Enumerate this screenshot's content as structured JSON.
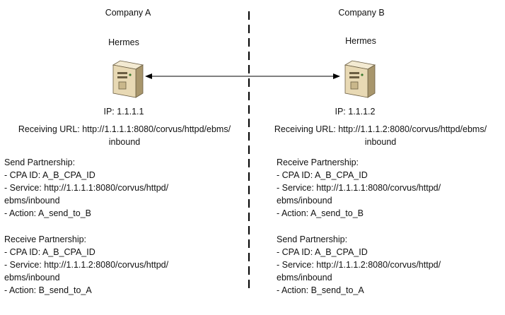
{
  "company_a": {
    "title": "Company A",
    "server_label": "Hermes",
    "server_icon": "server-tower-icon",
    "ip": "IP: 1.1.1.1",
    "receiving_url_line1": "Receiving URL: http://1.1.1.1:8080/corvus/httpd/ebms/",
    "receiving_url_line2": "inbound",
    "send_partnership": {
      "title": "Send Partnership:",
      "cpa_id": "- CPA ID: A_B_CPA_ID",
      "service_line1": "- Service: http://1.1.1.1:8080/corvus/httpd/",
      "service_line2": "ebms/inbound",
      "action": "- Action: A_send_to_B"
    },
    "receive_partnership": {
      "title": "Receive Partnership:",
      "cpa_id": "- CPA ID: A_B_CPA_ID",
      "service_line1": "- Service: http://1.1.1.2:8080/corvus/httpd/",
      "service_line2": "ebms/inbound",
      "action": "- Action: B_send_to_A"
    }
  },
  "company_b": {
    "title": "Company B",
    "server_label": "Hermes",
    "server_icon": "server-tower-icon",
    "ip": "IP: 1.1.1.2",
    "receiving_url_line1": "Receiving URL: http://1.1.1.2:8080/corvus/httpd/ebms/",
    "receiving_url_line2": "inbound",
    "receive_partnership": {
      "title": "Receive Partnership:",
      "cpa_id": "- CPA ID: A_B_CPA_ID",
      "service_line1": "- Service: http://1.1.1.1:8080/corvus/httpd/",
      "service_line2": "ebms/inbound",
      "action": "- Action: A_send_to_B"
    },
    "send_partnership": {
      "title": "Send Partnership:",
      "cpa_id": "- CPA ID: A_B_CPA_ID",
      "service_line1": "- Service: http://1.1.1.2:8080/corvus/httpd/",
      "service_line2": "ebms/inbound",
      "action": "- Action: B_send_to_A"
    }
  },
  "colors": {
    "server_body": "#e8d9b4",
    "server_shadow": "#a8966c",
    "line": "#000000"
  }
}
